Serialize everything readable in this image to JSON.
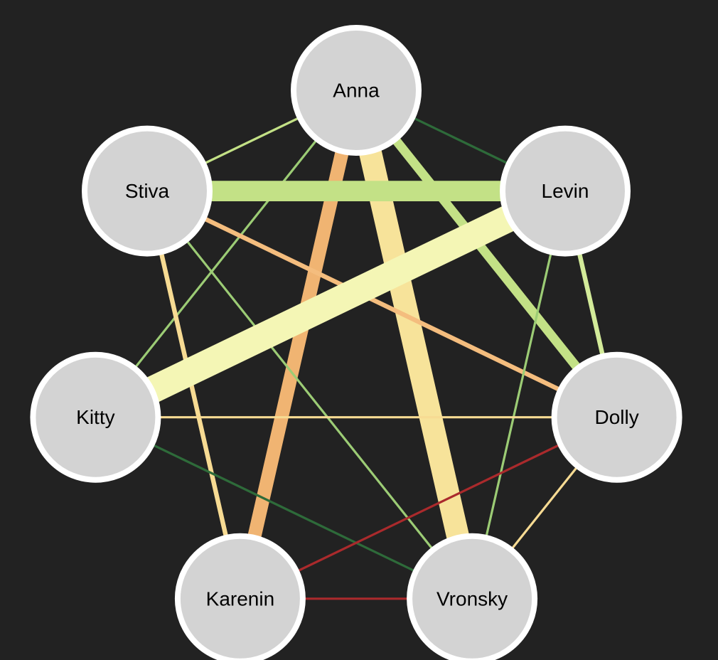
{
  "nodes": [
    {
      "id": "anna",
      "label": "Anna"
    },
    {
      "id": "levin",
      "label": "Levin"
    },
    {
      "id": "dolly",
      "label": "Dolly"
    },
    {
      "id": "vronsky",
      "label": "Vronsky"
    },
    {
      "id": "karenin",
      "label": "Karenin"
    },
    {
      "id": "kitty",
      "label": "Kitty"
    },
    {
      "id": "stiva",
      "label": "Stiva"
    }
  ],
  "edges": [
    {
      "source": "anna",
      "target": "stiva",
      "weight": 1,
      "color": "#c3e186"
    },
    {
      "source": "anna",
      "target": "levin",
      "weight": 1,
      "color": "#2e6b3a"
    },
    {
      "source": "anna",
      "target": "kitty",
      "weight": 1,
      "color": "#9ccc75"
    },
    {
      "source": "anna",
      "target": "dolly",
      "weight": 4,
      "color": "#c3e186"
    },
    {
      "source": "anna",
      "target": "karenin",
      "weight": 6,
      "color": "#f0b472"
    },
    {
      "source": "anna",
      "target": "vronsky",
      "weight": 10,
      "color": "#f7e39a"
    },
    {
      "source": "stiva",
      "target": "levin",
      "weight": 9,
      "color": "#c3e186"
    },
    {
      "source": "stiva",
      "target": "dolly",
      "weight": 2,
      "color": "#f4bd7e"
    },
    {
      "source": "stiva",
      "target": "vronsky",
      "weight": 1,
      "color": "#9ccc75"
    },
    {
      "source": "stiva",
      "target": "karenin",
      "weight": 2,
      "color": "#f7db93"
    },
    {
      "source": "levin",
      "target": "kitty",
      "weight": 12,
      "color": "#f4f6b5"
    },
    {
      "source": "levin",
      "target": "dolly",
      "weight": 2,
      "color": "#d3eb9a"
    },
    {
      "source": "levin",
      "target": "vronsky",
      "weight": 1,
      "color": "#9ccc75"
    },
    {
      "source": "kitty",
      "target": "dolly",
      "weight": 1,
      "color": "#f7db93"
    },
    {
      "source": "kitty",
      "target": "vronsky",
      "weight": 1,
      "color": "#2e6b3a"
    },
    {
      "source": "dolly",
      "target": "karenin",
      "weight": 1,
      "color": "#aa2a2c"
    },
    {
      "source": "dolly",
      "target": "vronsky",
      "weight": 1,
      "color": "#f7db93"
    },
    {
      "source": "karenin",
      "target": "vronsky",
      "weight": 1,
      "color": "#aa2a2c"
    }
  ]
}
